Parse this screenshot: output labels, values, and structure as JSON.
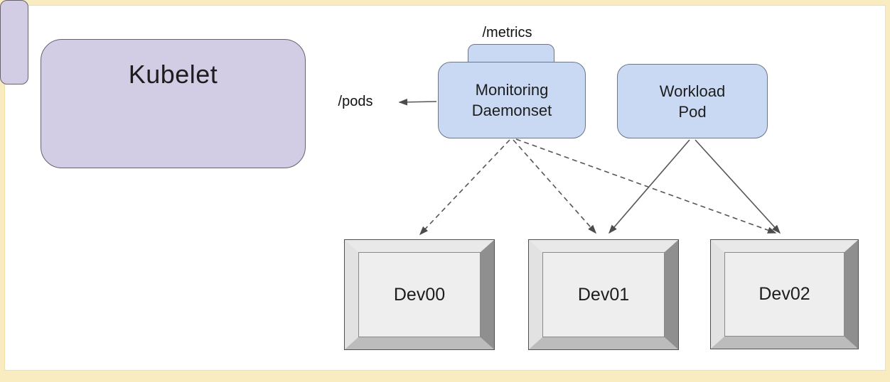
{
  "diagram": {
    "nodes": {
      "kubelet": {
        "label": "Kubelet",
        "port_label": "/pods",
        "fill": "#d2cce4"
      },
      "monitoring_daemonset": {
        "label_line1": "Monitoring",
        "label_line2": "Daemonset",
        "port_label": "/metrics",
        "fill": "#c9d9f3"
      },
      "workload_pod": {
        "label_line1": "Workload",
        "label_line2": "Pod",
        "fill": "#c9d9f3"
      },
      "devices": [
        {
          "label": "Dev00"
        },
        {
          "label": "Dev01"
        },
        {
          "label": "Dev02"
        }
      ]
    },
    "edges": [
      {
        "from": "monitoring_daemonset",
        "to": "kubelet /pods port",
        "style": "solid-arrow"
      },
      {
        "from": "monitoring_daemonset",
        "to": "Dev00",
        "style": "dashed-arrow"
      },
      {
        "from": "monitoring_daemonset",
        "to": "Dev01",
        "style": "dashed-arrow"
      },
      {
        "from": "monitoring_daemonset",
        "to": "Dev02",
        "style": "dashed-arrow"
      },
      {
        "from": "workload_pod",
        "to": "Dev01",
        "style": "solid-arrow"
      },
      {
        "from": "workload_pod",
        "to": "Dev02",
        "style": "solid-arrow"
      }
    ],
    "colors": {
      "kubelet_fill": "#d2cce4",
      "pod_fill": "#c9d9f3",
      "node_border": "#6b7689",
      "edge_stroke": "#565656",
      "device_face": "#eeeeee",
      "device_bevel_dark": "#8f8f8f",
      "frame_border": "#f8ecc0",
      "background": "#ffffff"
    }
  }
}
